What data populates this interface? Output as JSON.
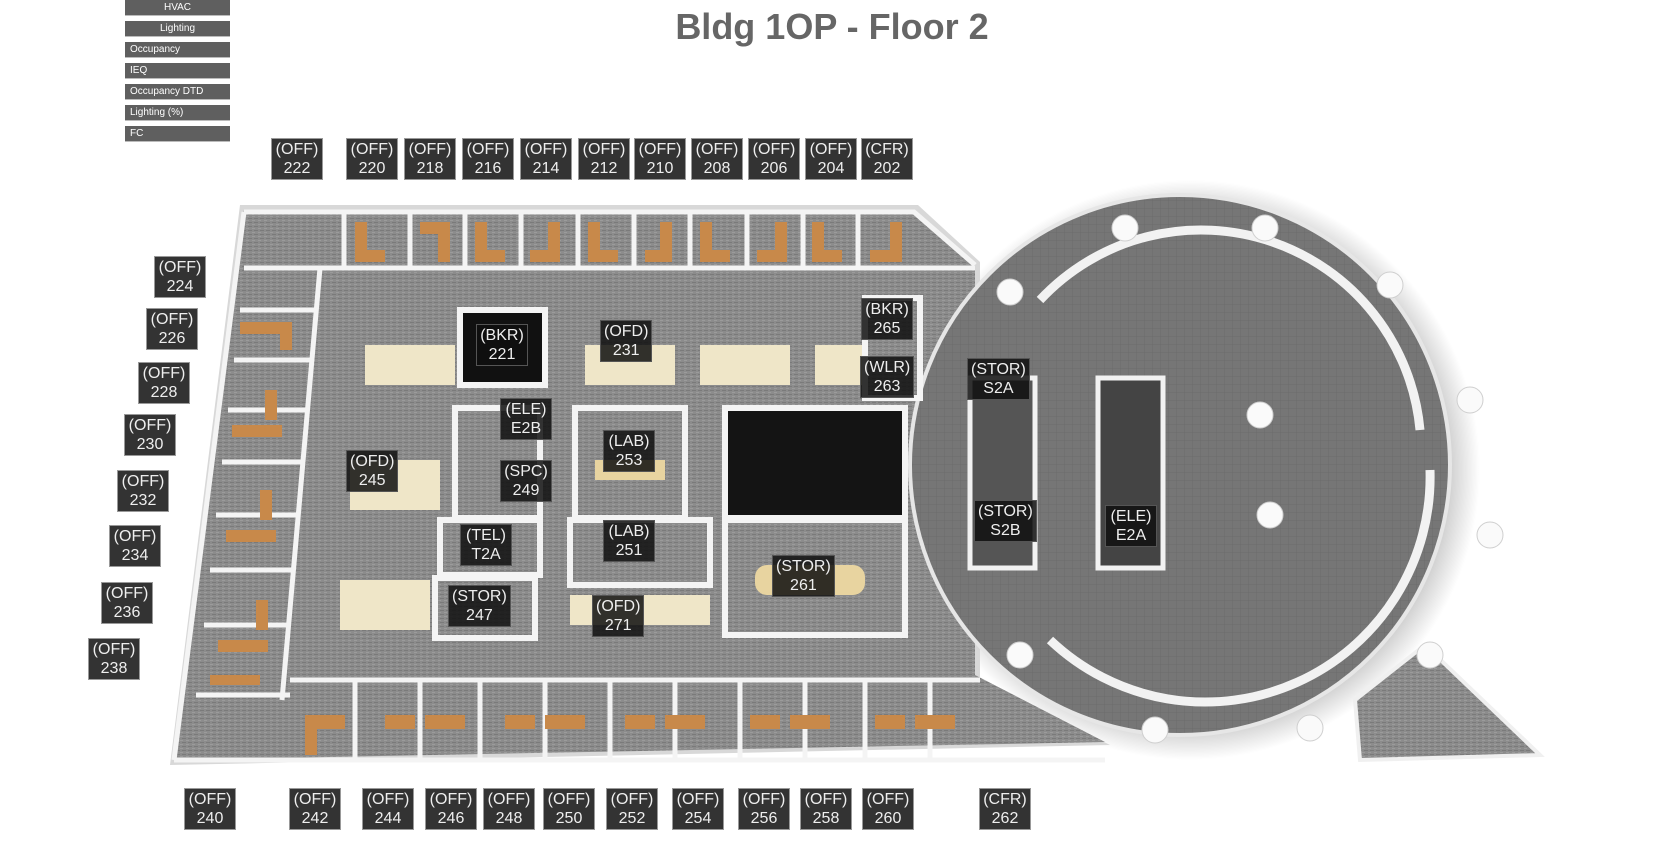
{
  "title": "Bldg 1OP - Floor 2",
  "menu": [
    {
      "label": "HVAC",
      "align": "center"
    },
    {
      "label": "Lighting",
      "align": "center"
    },
    {
      "label": "Occupancy",
      "align": "left"
    },
    {
      "label": "IEQ",
      "align": "left"
    },
    {
      "label": "Occupancy DTD",
      "align": "left"
    },
    {
      "label": "Lighting (%)",
      "align": "left"
    },
    {
      "label": "FC",
      "align": "left"
    }
  ],
  "rooms": [
    {
      "type": "(OFF)",
      "id": "222"
    },
    {
      "type": "(OFF)",
      "id": "220"
    },
    {
      "type": "(OFF)",
      "id": "218"
    },
    {
      "type": "(OFF)",
      "id": "216"
    },
    {
      "type": "(OFF)",
      "id": "214"
    },
    {
      "type": "(OFF)",
      "id": "212"
    },
    {
      "type": "(OFF)",
      "id": "210"
    },
    {
      "type": "(OFF)",
      "id": "208"
    },
    {
      "type": "(OFF)",
      "id": "206"
    },
    {
      "type": "(OFF)",
      "id": "204"
    },
    {
      "type": "(CFR)",
      "id": "202"
    },
    {
      "type": "(OFF)",
      "id": "224"
    },
    {
      "type": "(OFF)",
      "id": "226"
    },
    {
      "type": "(OFF)",
      "id": "228"
    },
    {
      "type": "(OFF)",
      "id": "230"
    },
    {
      "type": "(OFF)",
      "id": "232"
    },
    {
      "type": "(OFF)",
      "id": "234"
    },
    {
      "type": "(OFF)",
      "id": "236"
    },
    {
      "type": "(OFF)",
      "id": "238"
    },
    {
      "type": "(OFF)",
      "id": "240"
    },
    {
      "type": "(OFF)",
      "id": "242"
    },
    {
      "type": "(OFF)",
      "id": "244"
    },
    {
      "type": "(OFF)",
      "id": "246"
    },
    {
      "type": "(OFF)",
      "id": "248"
    },
    {
      "type": "(OFF)",
      "id": "250"
    },
    {
      "type": "(OFF)",
      "id": "252"
    },
    {
      "type": "(OFF)",
      "id": "254"
    },
    {
      "type": "(OFF)",
      "id": "256"
    },
    {
      "type": "(OFF)",
      "id": "258"
    },
    {
      "type": "(OFF)",
      "id": "260"
    },
    {
      "type": "(CFR)",
      "id": "262"
    },
    {
      "type": "(BKR)",
      "id": "221"
    },
    {
      "type": "(OFD)",
      "id": "231"
    },
    {
      "type": "(BKR)",
      "id": "265"
    },
    {
      "type": "(WLR)",
      "id": "263"
    },
    {
      "type": "(ELE)",
      "id": "E2B"
    },
    {
      "type": "(SPC)",
      "id": "249"
    },
    {
      "type": "(LAB)",
      "id": "253"
    },
    {
      "type": "(OFD)",
      "id": "245"
    },
    {
      "type": "(LAB)",
      "id": "251"
    },
    {
      "type": "(TEL)",
      "id": "T2A"
    },
    {
      "type": "(STOR)",
      "id": "247"
    },
    {
      "type": "(OFD)",
      "id": "271"
    },
    {
      "type": "(STOR)",
      "id": "261"
    },
    {
      "type": "(STOR)",
      "id": "S2A"
    },
    {
      "type": "(STOR)",
      "id": "S2B"
    },
    {
      "type": "(ELE)",
      "id": "E2A"
    }
  ],
  "colors": {
    "floor": "#8a8a8a",
    "wall": "#f2f2f2",
    "atrium": "#6e6e6e",
    "label_bg": "#333333",
    "menu_bg": "#5f5f5f",
    "title": "#666666",
    "desk": "#c8894a"
  }
}
